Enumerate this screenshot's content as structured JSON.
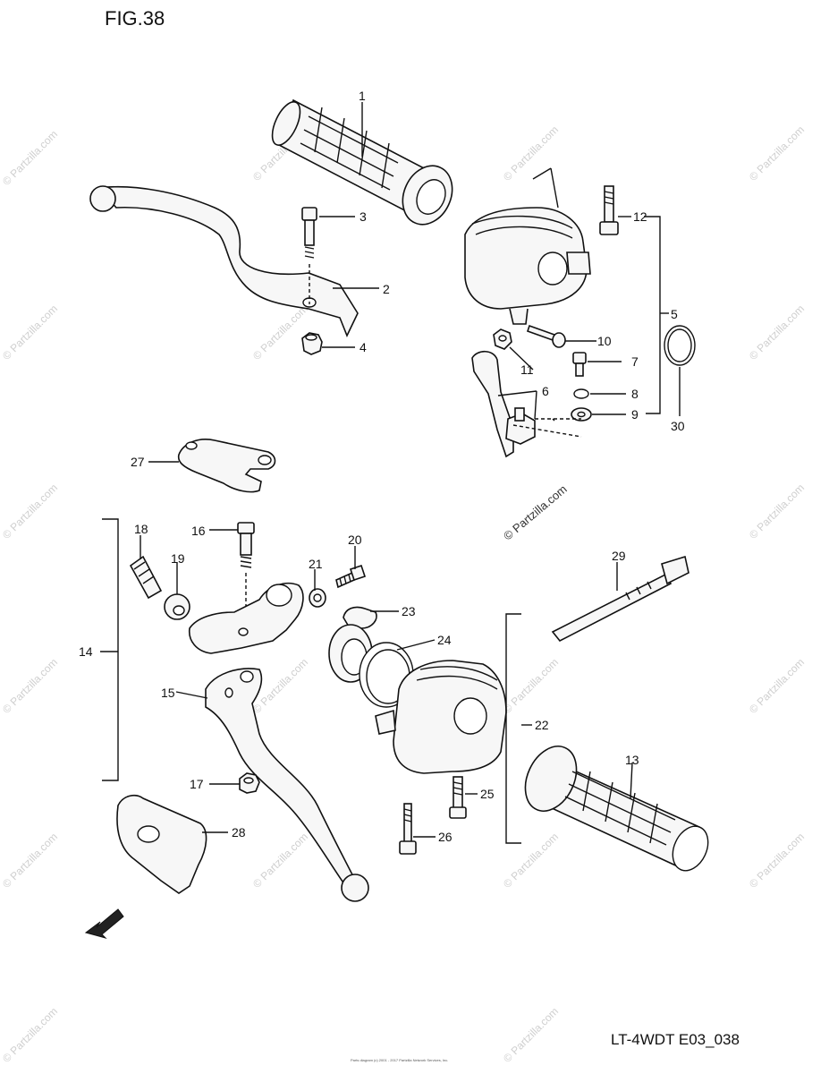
{
  "figure": {
    "title": "FIG.38",
    "code": "LT-4WDT E03_038"
  },
  "footer": {
    "text": "Parts diagram (c) 2001 - 2017 Partzilla Network Services, Inc."
  },
  "watermark": {
    "text": "© Partzilla.com"
  },
  "callouts": [
    {
      "id": "c1",
      "label": "1"
    },
    {
      "id": "c2",
      "label": "2"
    },
    {
      "id": "c3",
      "label": "3"
    },
    {
      "id": "c4",
      "label": "4"
    },
    {
      "id": "c5",
      "label": "5"
    },
    {
      "id": "c6",
      "label": "6"
    },
    {
      "id": "c7",
      "label": "7"
    },
    {
      "id": "c8",
      "label": "8"
    },
    {
      "id": "c9",
      "label": "9"
    },
    {
      "id": "c10",
      "label": "10"
    },
    {
      "id": "c11",
      "label": "11"
    },
    {
      "id": "c12",
      "label": "12"
    },
    {
      "id": "c13",
      "label": "13"
    },
    {
      "id": "c14",
      "label": "14"
    },
    {
      "id": "c15",
      "label": "15"
    },
    {
      "id": "c16",
      "label": "16"
    },
    {
      "id": "c17",
      "label": "17"
    },
    {
      "id": "c18",
      "label": "18"
    },
    {
      "id": "c19",
      "label": "19"
    },
    {
      "id": "c20",
      "label": "20"
    },
    {
      "id": "c21",
      "label": "21"
    },
    {
      "id": "c22",
      "label": "22"
    },
    {
      "id": "c23",
      "label": "23"
    },
    {
      "id": "c24",
      "label": "24"
    },
    {
      "id": "c25",
      "label": "25"
    },
    {
      "id": "c26",
      "label": "26"
    },
    {
      "id": "c27",
      "label": "27"
    },
    {
      "id": "c28",
      "label": "28"
    },
    {
      "id": "c29",
      "label": "29"
    },
    {
      "id": "c30",
      "label": "30"
    }
  ],
  "fwd_marker": {
    "label": "FWD"
  }
}
